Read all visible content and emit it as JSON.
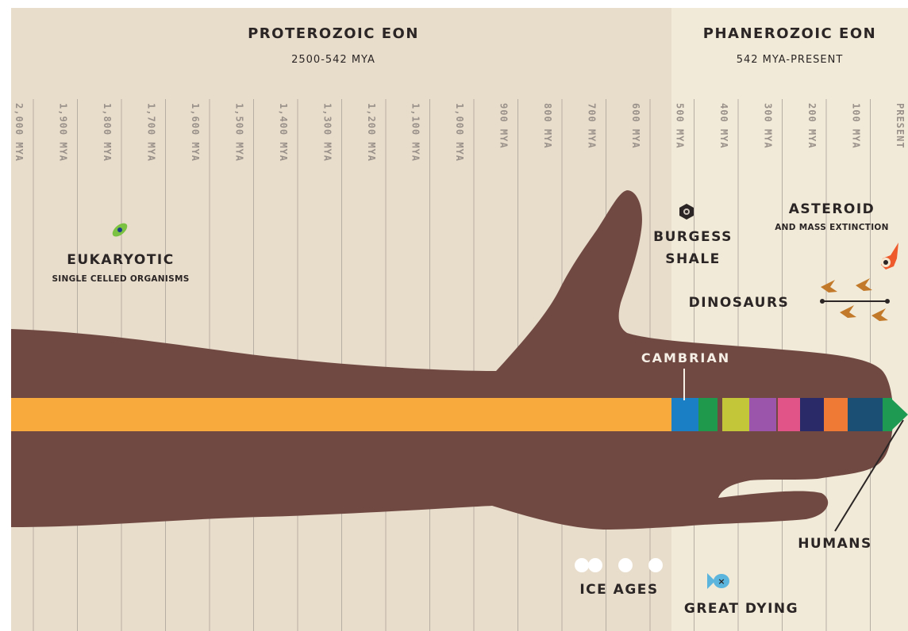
{
  "eons": {
    "proterozoic": {
      "title": "PROTEROZOIC EON",
      "range": "2500-542 MYA"
    },
    "phanerozoic": {
      "title": "PHANEROZOIC EON",
      "range": "542 MYA-PRESENT"
    }
  },
  "timeline": {
    "tick_labels": [
      "2,000 MYA",
      "1,900 MYA",
      "1,800 MYA",
      "1,700 MYA",
      "1,600 MYA",
      "1,500 MYA",
      "1,400 MYA",
      "1,300 MYA",
      "1,200 MYA",
      "1,100 MYA",
      "1,000 MYA",
      "900 MYA",
      "800 MYA",
      "700 MYA",
      "600 MYA",
      "500 MYA",
      "400 MYA",
      "300 MYA",
      "200 MYA",
      "100 MYA",
      "PRESENT"
    ],
    "period_colors": [
      "#1b7fc6",
      "#1f9a4c",
      "#c4c63a",
      "#9b55aa",
      "#e05488",
      "#2b2a68",
      "#ef7a35",
      "#1c4f74",
      "#1e9a52"
    ]
  },
  "events": {
    "eukaryotic": {
      "title": "EUKARYOTIC",
      "subtitle": "SINGLE CELLED ORGANISMS"
    },
    "burgess_shale": {
      "line1": "BURGESS",
      "line2": "SHALE"
    },
    "asteroid": {
      "title": "ASTEROID",
      "subtitle": "AND MASS EXTINCTION"
    },
    "dinosaurs": {
      "title": "DINOSAURS"
    },
    "cambrian": {
      "title": "CAMBRIAN"
    },
    "humans": {
      "title": "HUMANS"
    },
    "ice_ages": {
      "title": "ICE AGES"
    },
    "great_dying": {
      "title": "GREAT DYING"
    }
  },
  "colors": {
    "proterozoic_bg": "#e8dccb",
    "phanerozoic_bg": "#f1ead8",
    "hand": "#704943",
    "proterozoic_bar": "#f8aa3c",
    "grid_line": "#b7aea3"
  }
}
